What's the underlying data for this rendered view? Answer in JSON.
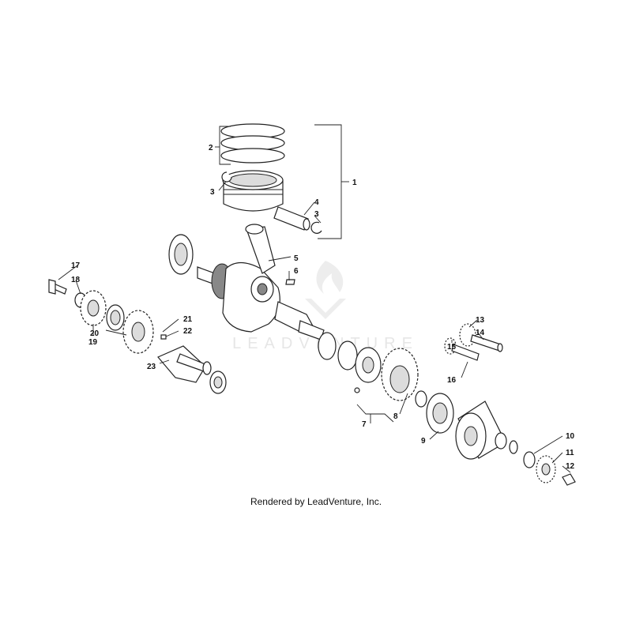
{
  "watermark": {
    "text": "LEADVENTURE",
    "color": "#d6d6d6"
  },
  "footer": {
    "credit": "Rendered by LeadVenture, Inc."
  },
  "callouts": [
    {
      "label": "1"
    },
    {
      "label": "2"
    },
    {
      "label": "3"
    },
    {
      "label": "4"
    },
    {
      "label": "3"
    },
    {
      "label": "5"
    },
    {
      "label": "6"
    },
    {
      "label": "17"
    },
    {
      "label": "18"
    },
    {
      "label": "19"
    },
    {
      "label": "20"
    },
    {
      "label": "21"
    },
    {
      "label": "22"
    },
    {
      "label": "23"
    },
    {
      "label": "13"
    },
    {
      "label": "14"
    },
    {
      "label": "15"
    },
    {
      "label": "16"
    },
    {
      "label": "7"
    },
    {
      "label": "8"
    },
    {
      "label": "9"
    },
    {
      "label": "10"
    },
    {
      "label": "11"
    },
    {
      "label": "12"
    }
  ]
}
